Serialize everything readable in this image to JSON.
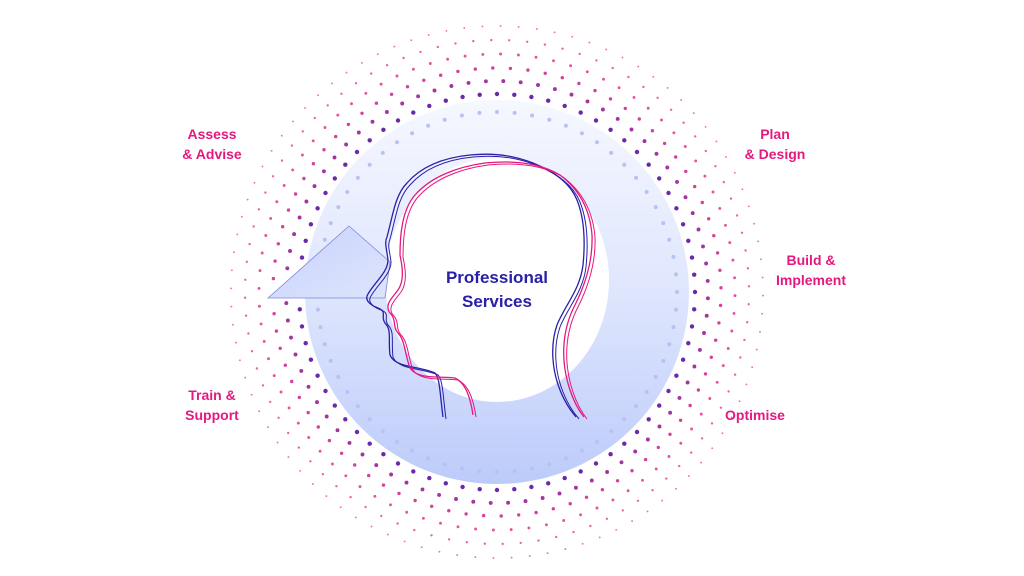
{
  "center": {
    "line1": "Professional",
    "line2": "Services"
  },
  "stages": [
    {
      "id": "assess",
      "line1": "Assess",
      "line2": "& Advise"
    },
    {
      "id": "plan",
      "line1": "Plan",
      "line2": "& Design"
    },
    {
      "id": "build",
      "line1": "Build &",
      "line2": "Implement"
    },
    {
      "id": "optimise",
      "line1": "Optimise",
      "line2": ""
    },
    {
      "id": "train",
      "line1": "Train &",
      "line2": "Support"
    }
  ],
  "colors": {
    "accent": "#e4197f",
    "primary": "#2a20a6",
    "ring": "#c4d0fb",
    "dot_inner": "#6a2aa8"
  }
}
